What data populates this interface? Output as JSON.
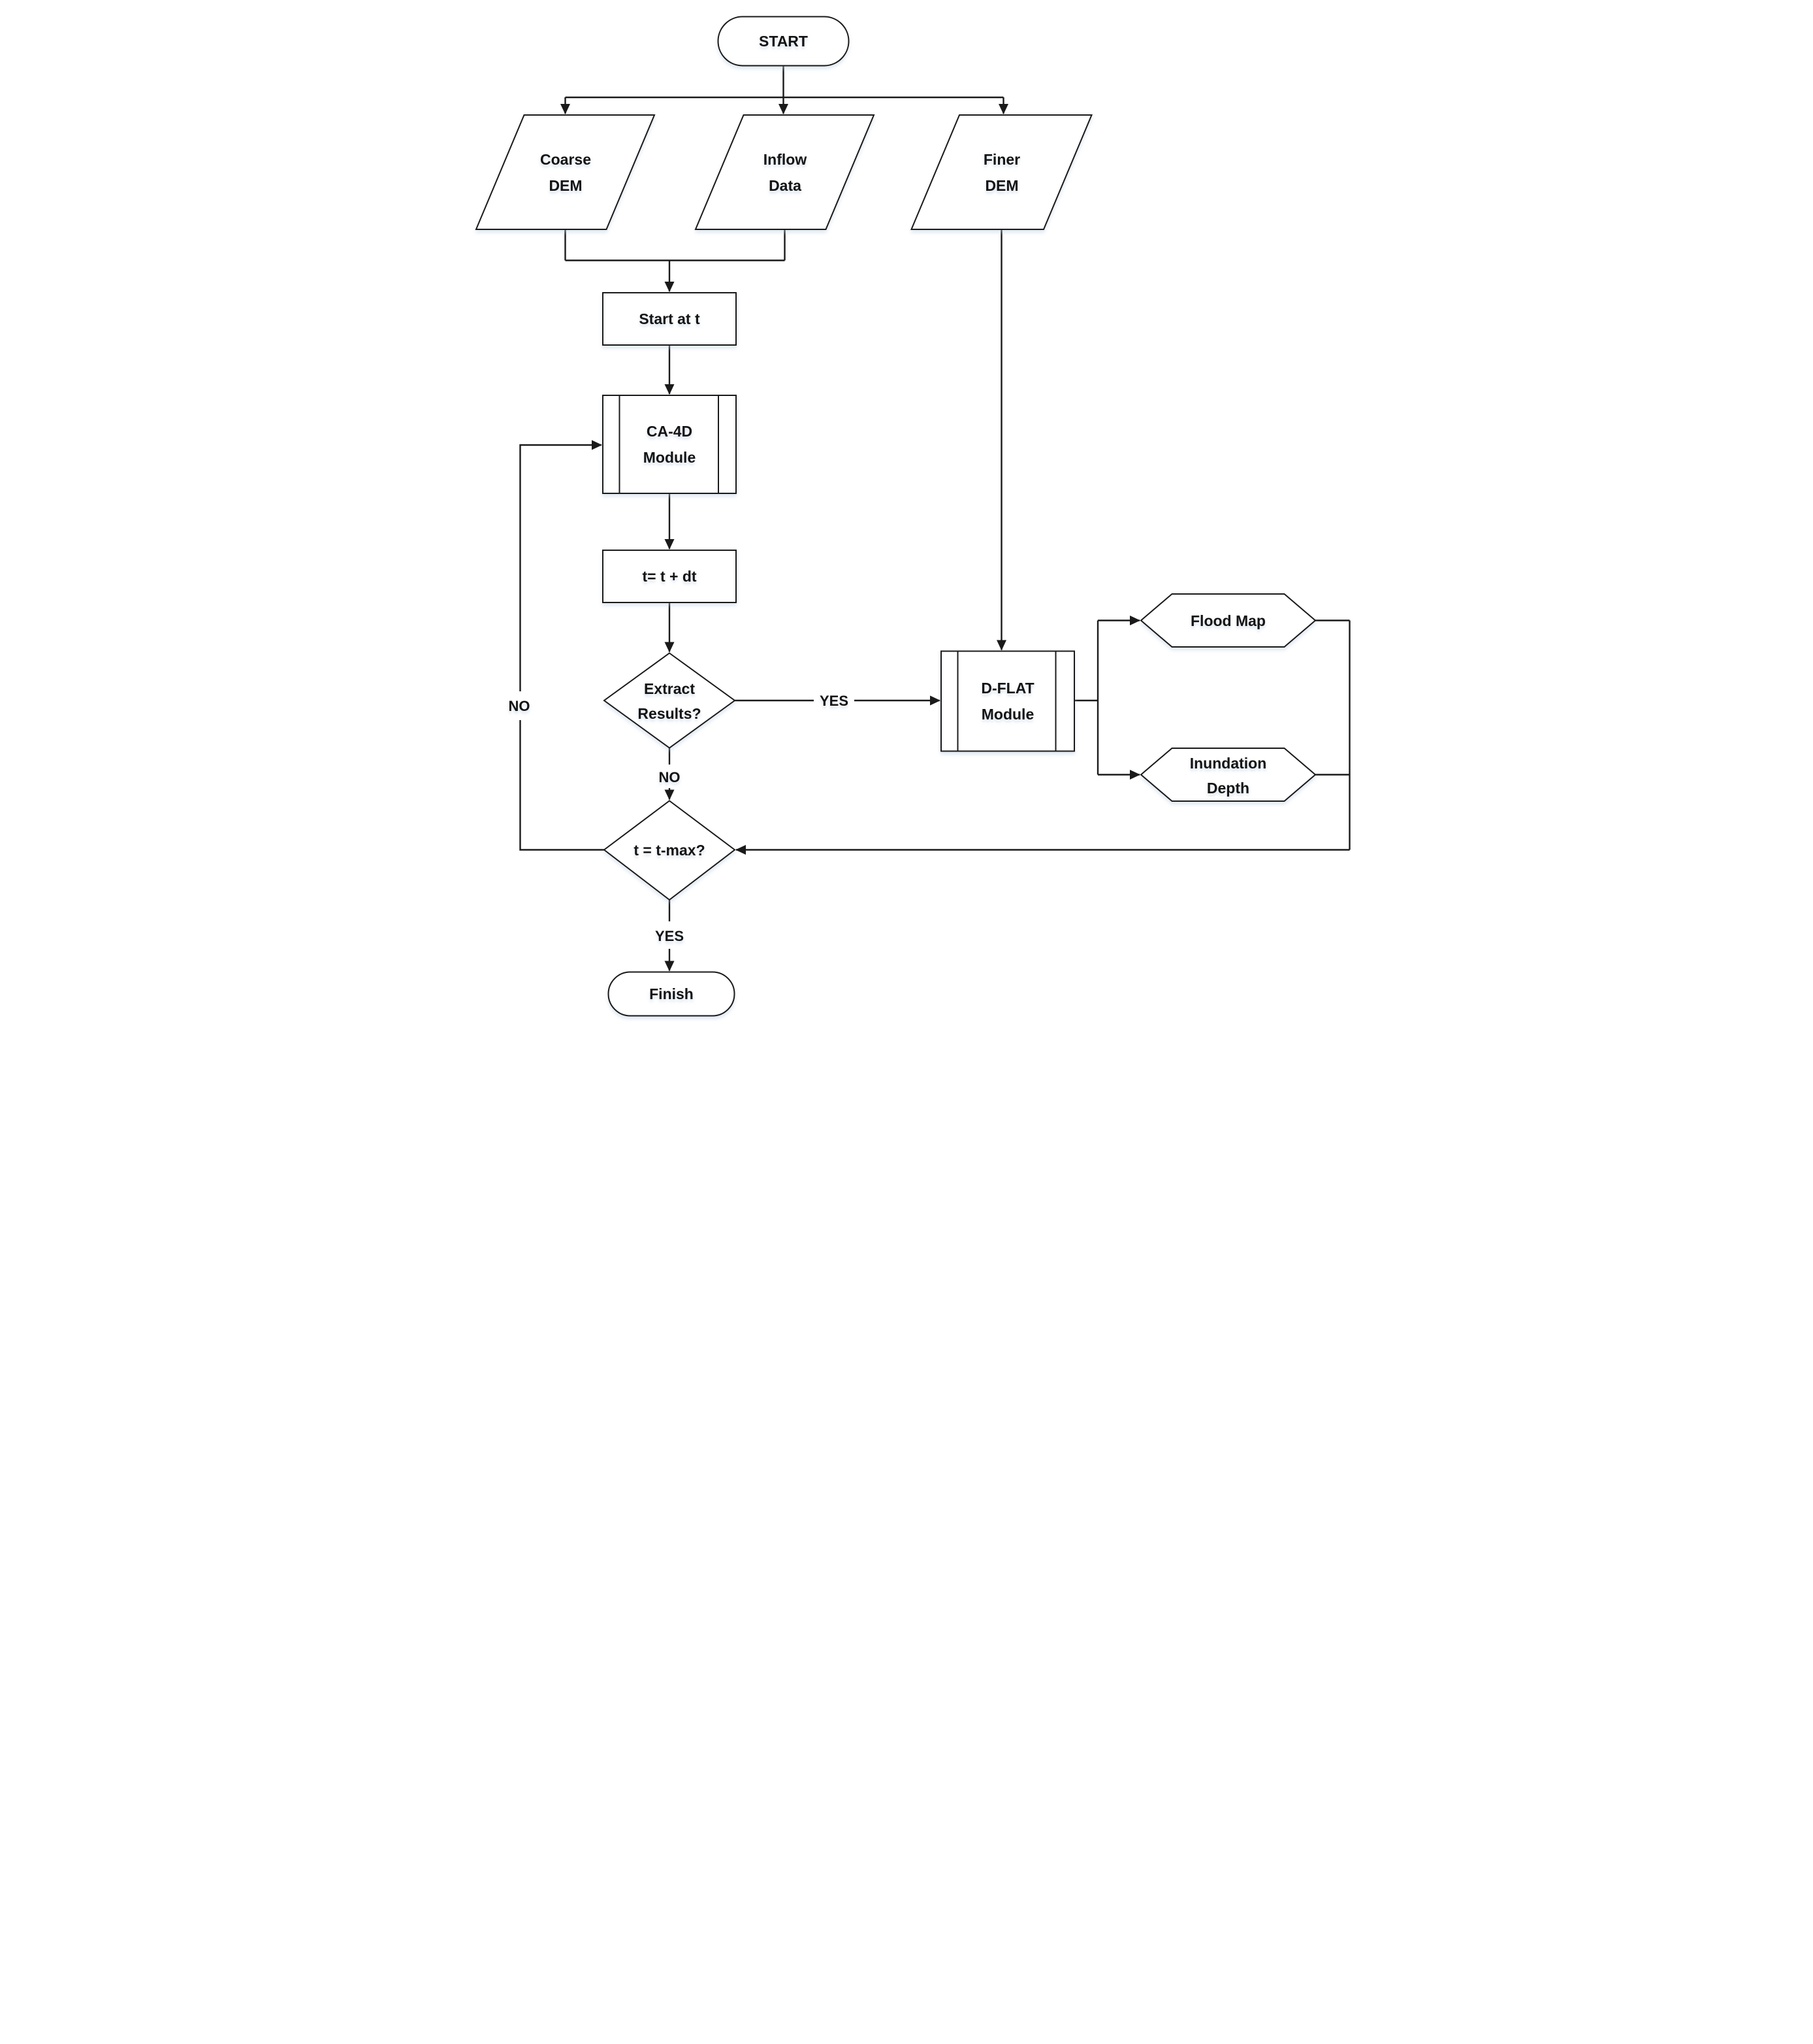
{
  "diagram": {
    "description": "Flowchart of a coupled flood modelling procedure",
    "nodes": {
      "start": {
        "type": "terminator",
        "label": "START"
      },
      "coarse_dem": {
        "type": "data-input",
        "line1": "Coarse",
        "line2": "DEM"
      },
      "inflow_data": {
        "type": "data-input",
        "line1": "Inflow",
        "line2": "Data"
      },
      "finer_dem": {
        "type": "data-input",
        "line1": "Finer",
        "line2": "DEM"
      },
      "start_at_t": {
        "type": "process",
        "label": "Start at t"
      },
      "ca4d_module": {
        "type": "predefined-process",
        "line1": "CA-4D",
        "line2": "Module"
      },
      "t_increment": {
        "type": "process",
        "label": "t= t + dt"
      },
      "extract_results": {
        "type": "decision",
        "line1": "Extract",
        "line2": "Results?"
      },
      "dflat_module": {
        "type": "predefined-process",
        "line1": "D-FLAT",
        "line2": "Module"
      },
      "flood_map": {
        "type": "output",
        "label": "Flood Map"
      },
      "inundation_depth": {
        "type": "output",
        "line1": "Inundation",
        "line2": "Depth"
      },
      "t_max_check": {
        "type": "decision",
        "label": "t = t-max?"
      },
      "finish": {
        "type": "terminator",
        "label": "Finish"
      }
    },
    "edge_labels": {
      "extract_yes": "YES",
      "extract_no": "NO",
      "tmax_no": "NO",
      "tmax_yes": "YES"
    },
    "colors": {
      "stroke": "#1a1a1a",
      "fill": "#ffffff",
      "text": "#141414",
      "shadow": "#b9cae0",
      "background": "#ffffff"
    }
  }
}
